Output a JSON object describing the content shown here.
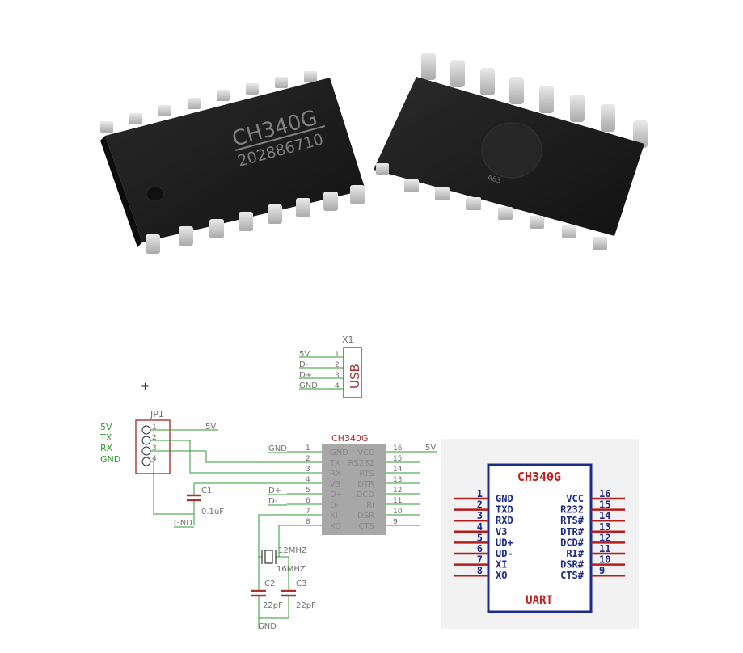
{
  "colors": {
    "chip_body": "#1e1e1e",
    "chip_marking": "#7f7f7f",
    "net_label": "#2f9a2f",
    "wire": "#2f9a2f",
    "part_outline": "#a83232",
    "part_text": "#707070",
    "ic_fill": "#a7a7a7",
    "pinout_border": "#1c2a8a",
    "pinout_text": "#1c2a8a",
    "pinout_title": "#c41f1f",
    "pinout_pin": "#b51c1c"
  },
  "photo": {
    "marking_line1": "CH340G",
    "marking_line2": "202886710",
    "back_marking": "A63"
  },
  "schematic": {
    "usb": {
      "designator": "X1",
      "name": "USB",
      "pins": [
        {
          "num": "1",
          "net": "5V"
        },
        {
          "num": "2",
          "net": "D-"
        },
        {
          "num": "3",
          "net": "D+"
        },
        {
          "num": "4",
          "net": "GND"
        }
      ]
    },
    "plus_mark": "+",
    "header": {
      "designator": "JP1",
      "side_labels": [
        "5V",
        "TX",
        "RX",
        "GND"
      ],
      "pin_numbers": [
        "1",
        "2",
        "3",
        "4"
      ],
      "pin1_net": "5V"
    },
    "ic": {
      "name": "CH340G",
      "left_pins": [
        {
          "num": "1",
          "label": "GND",
          "net": "GND"
        },
        {
          "num": "2",
          "label": "TX",
          "net": ""
        },
        {
          "num": "3",
          "label": "RX",
          "net": ""
        },
        {
          "num": "4",
          "label": "V3",
          "net": ""
        },
        {
          "num": "5",
          "label": "D+",
          "net": "D+"
        },
        {
          "num": "6",
          "label": "D-",
          "net": "D-"
        },
        {
          "num": "7",
          "label": "XI",
          "net": ""
        },
        {
          "num": "8",
          "label": "XO",
          "net": ""
        }
      ],
      "right_pins": [
        {
          "num": "16",
          "label": "VCC",
          "net": "5V"
        },
        {
          "num": "15",
          "label": "RS232"
        },
        {
          "num": "14",
          "label": "RTS"
        },
        {
          "num": "13",
          "label": "DTR"
        },
        {
          "num": "12",
          "label": "DCD"
        },
        {
          "num": "11",
          "label": "RI"
        },
        {
          "num": "10",
          "label": "DSR"
        },
        {
          "num": "9",
          "label": "CTS"
        }
      ]
    },
    "c1": {
      "designator": "C1",
      "value": "0.1uF"
    },
    "c1_gnd": "GND",
    "crystal": {
      "value1": "12MHZ",
      "value2": "16MHZ"
    },
    "c2": {
      "designator": "C2",
      "value": "22pF"
    },
    "c3": {
      "designator": "C3",
      "value": "22pF"
    },
    "crystal_gnd": "GND"
  },
  "pinout": {
    "title": "CH340G",
    "footer": "UART",
    "left": [
      {
        "num": "1",
        "label": "GND"
      },
      {
        "num": "2",
        "label": "TXD"
      },
      {
        "num": "3",
        "label": "RXD"
      },
      {
        "num": "4",
        "label": "V3"
      },
      {
        "num": "5",
        "label": "UD+"
      },
      {
        "num": "6",
        "label": "UD-"
      },
      {
        "num": "7",
        "label": "XI"
      },
      {
        "num": "8",
        "label": "XO"
      }
    ],
    "right": [
      {
        "num": "16",
        "label": "VCC"
      },
      {
        "num": "15",
        "label": "R232"
      },
      {
        "num": "14",
        "label": "RTS#"
      },
      {
        "num": "13",
        "label": "DTR#"
      },
      {
        "num": "12",
        "label": "DCD#"
      },
      {
        "num": "11",
        "label": "RI#"
      },
      {
        "num": "10",
        "label": "DSR#"
      },
      {
        "num": "9",
        "label": "CTS#"
      }
    ]
  }
}
